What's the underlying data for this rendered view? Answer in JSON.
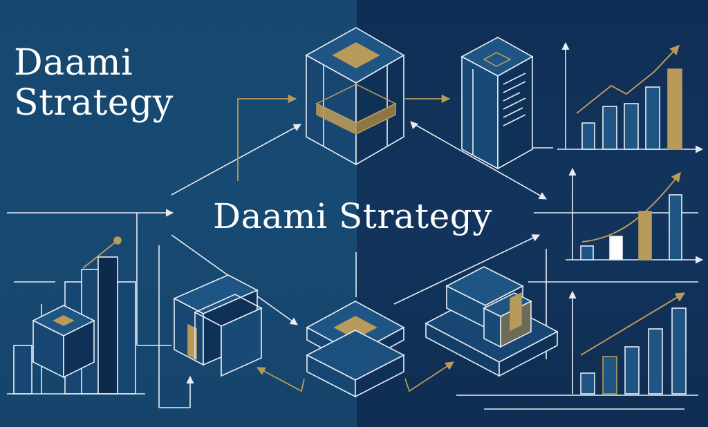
{
  "title_top": {
    "line1": "Daami",
    "line2": "Strategy"
  },
  "title_center": "Daami Strategy",
  "colors": {
    "background_left": "#16476f",
    "background_right": "#0f2e55",
    "line": "#e8edf3",
    "accent_gold": "#b89a5a",
    "bar_fill": "#1f5585",
    "bar_fill_dark": "#0d2a4d",
    "white_bar": "#ffffff"
  },
  "icons": [
    "cube-stack-icon",
    "server-tower-icon",
    "bar-chart-icon",
    "arrow-icon",
    "layer-stack-icon",
    "book-block-icon"
  ]
}
